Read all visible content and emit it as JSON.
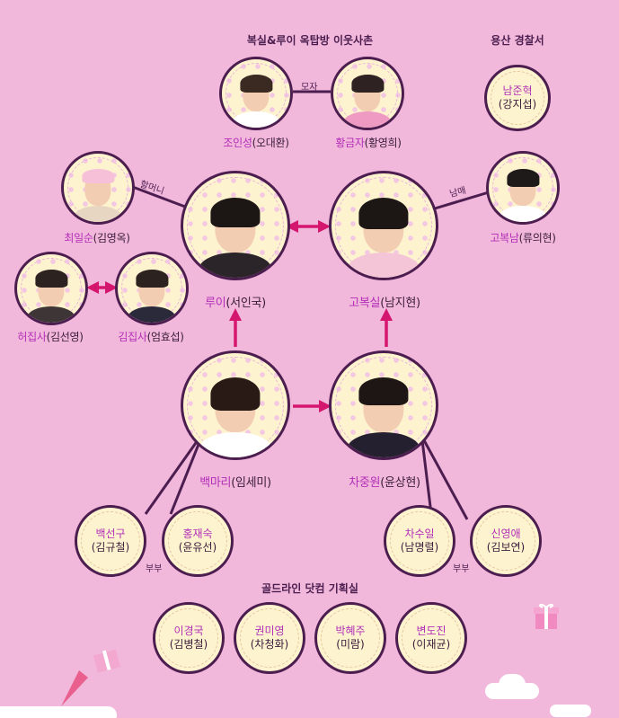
{
  "groups": {
    "rooftop": "복실&루이 옥탑방 이웃사촌",
    "police": "용산 경찰서",
    "company": "골드라인 닷컴 기획실"
  },
  "people": {
    "jo": {
      "name": "조인성",
      "actor": "(오대환)"
    },
    "hwang": {
      "name": "황금자",
      "actor": "(황영희)"
    },
    "nam": {
      "name": "남준혁",
      "actor": "(강지섭)"
    },
    "choi": {
      "name": "최일순",
      "actor": "(김영옥)"
    },
    "rui": {
      "name": "루이",
      "actor": "(서인국)"
    },
    "bok": {
      "name": "고복실",
      "actor": "(남지현)"
    },
    "boknam": {
      "name": "고복남",
      "actor": "(류의현)"
    },
    "heo": {
      "name": "허집사",
      "actor": "(김선영)"
    },
    "kim": {
      "name": "김집사",
      "actor": "(엄효섭)"
    },
    "mari": {
      "name": "백마리",
      "actor": "(임세미)"
    },
    "cha": {
      "name": "차중원",
      "actor": "(윤상현)"
    },
    "baek": {
      "name": "백선구",
      "actor": "(김규철)"
    },
    "hong": {
      "name": "홍재숙",
      "actor": "(윤유선)"
    },
    "chasu": {
      "name": "차수일",
      "actor": "(남명렬)"
    },
    "shin": {
      "name": "신영애",
      "actor": "(김보연)"
    },
    "lee": {
      "name": "이경국",
      "actor": "(김병철)"
    },
    "kwon": {
      "name": "권미영",
      "actor": "(차청화)"
    },
    "park": {
      "name": "박혜주",
      "actor": "(미람)"
    },
    "byun": {
      "name": "변도진",
      "actor": "(이재균)"
    }
  },
  "relations": {
    "mother_son": "모자",
    "grandma": "할머니",
    "siblings": "남매",
    "couple": "부부"
  },
  "colors": {
    "background": "#f2b8dc",
    "outline": "#4b1e4f",
    "arrow": "#d4166f",
    "name": "#b32fb8",
    "circle_fill": "#fdf3cf"
  }
}
